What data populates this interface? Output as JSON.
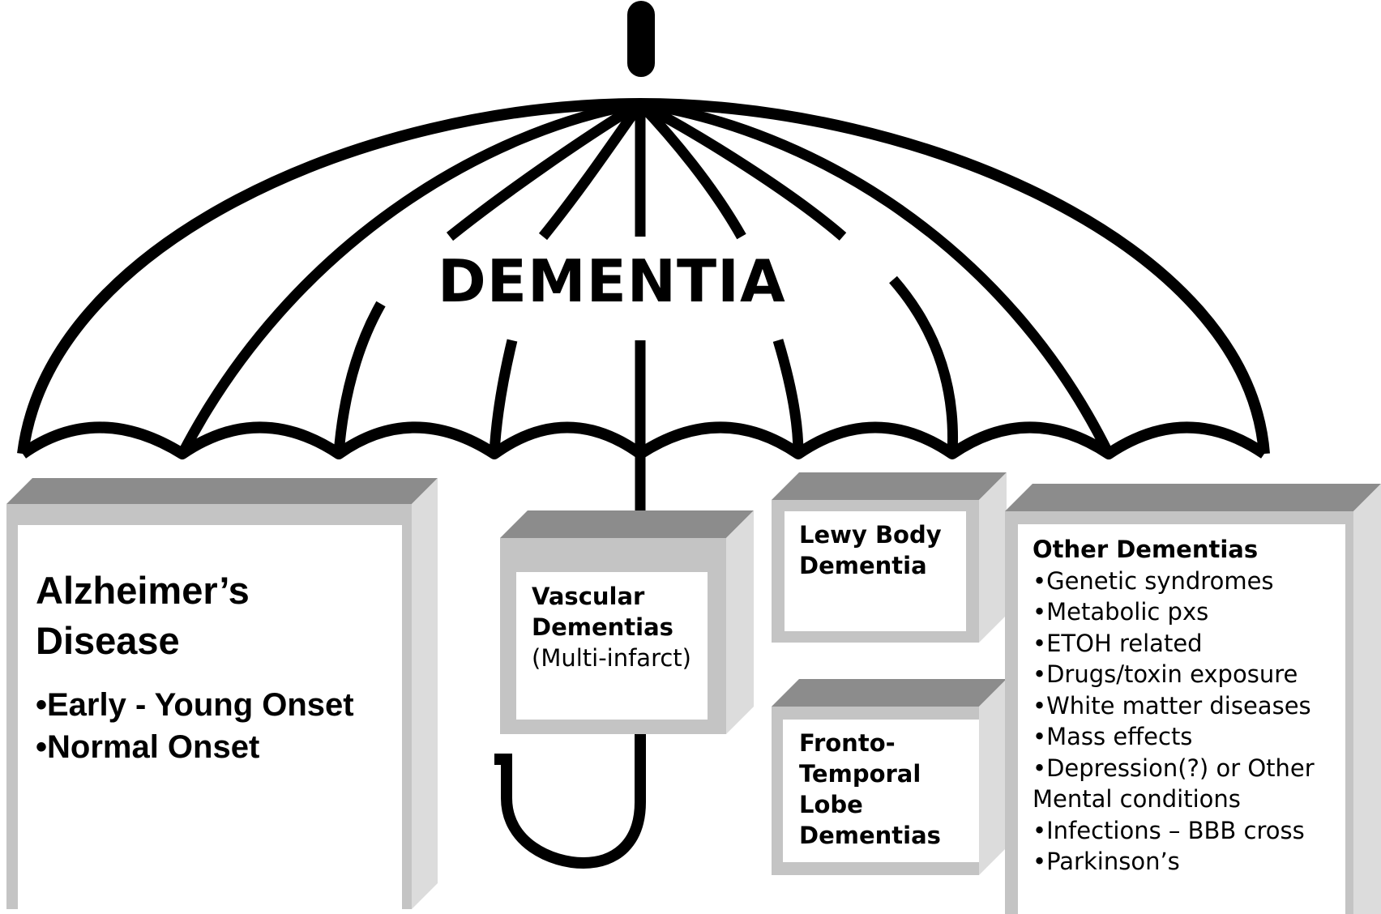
{
  "title": "DEMENTIA",
  "alzheimers": {
    "heading_line1": "Alzheimer’s",
    "heading_line2": "Disease",
    "items": [
      "•Early - Young Onset",
      "•Normal Onset"
    ]
  },
  "vascular": {
    "line1": "Vascular",
    "line2": "Dementias",
    "line3": "(Multi-infarct)"
  },
  "lewy": {
    "line1": "Lewy Body",
    "line2": "Dementia"
  },
  "frontotemporal": {
    "line1": "Fronto-",
    "line2": "Temporal",
    "line3": "Lobe",
    "line4": "Dementias"
  },
  "other": {
    "heading": "Other Dementias",
    "items": [
      "•Genetic syndromes",
      "•Metabolic pxs",
      "•ETOH related",
      "•Drugs/toxin exposure",
      "•White matter diseases",
      "•Mass effects",
      "•Depression(?) or Other",
      "Mental conditions",
      "•Infections – BBB cross",
      "•Parkinson’s"
    ]
  },
  "colors": {
    "outline": "#000000",
    "box_top": "#8c8c8c",
    "box_face": "#c4c4c4",
    "box_side": "#dcdcdc",
    "background": "#ffffff"
  }
}
